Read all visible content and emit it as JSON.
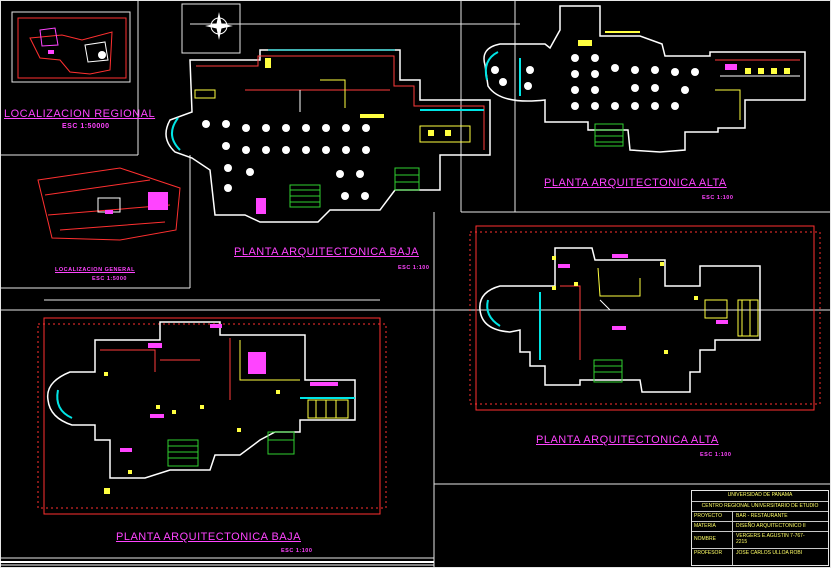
{
  "drawing": {
    "regional_title": "LOCALIZACION REGIONAL",
    "regional_scale": "ESC 1:50000",
    "general_title": "LOCALIZACION GENERAL",
    "general_scale": "ESC 1:5000",
    "plan_baja_top_title": "PLANTA ARQUITECTONICA BAJA",
    "plan_baja_top_scale": "ESC 1:100",
    "plan_alta_top_title": "PLANTA ARQUITECTONICA ALTA",
    "plan_alta_top_scale": "ESC 1:100",
    "plan_alta_bottom_title": "PLANTA ARQUITECTONICA ALTA",
    "plan_alta_bottom_scale": "ESC 1:100",
    "plan_baja_bottom_title": "PLANTA ARQUITECTONICA BAJA",
    "plan_baja_bottom_scale": "ESC 1:100"
  },
  "title_block": {
    "university": "UNIVERSIDAD DE PANAMA",
    "center": "CENTRO REGIONAL UNIVERSITARIO DE ETUDIO",
    "rows": [
      {
        "key": "PROYECTO",
        "value": "BAR - RESTAURANTE"
      },
      {
        "key": "MATERIA",
        "value": "DISEÑO ARQUITECTONICO II"
      },
      {
        "key": "NOMBRE",
        "value": "VERGERS E.AGUSTIN 7-767-2215"
      },
      {
        "key": "PROFESOR",
        "value": "JOSE CARLOS ULLOA ROBI"
      }
    ]
  },
  "colors": {
    "background": "#000000",
    "frame": "#e6e6e6",
    "wall": "#ffffff",
    "wall_secondary": "#ff3b3b",
    "dimension": "#ff3030",
    "accent_cyan": "#00e5e5",
    "accent_yellow": "#ffff40",
    "accent_green": "#30d030",
    "label_magenta": "#ff44ff"
  },
  "icons": [
    "north-arrow-icon"
  ]
}
